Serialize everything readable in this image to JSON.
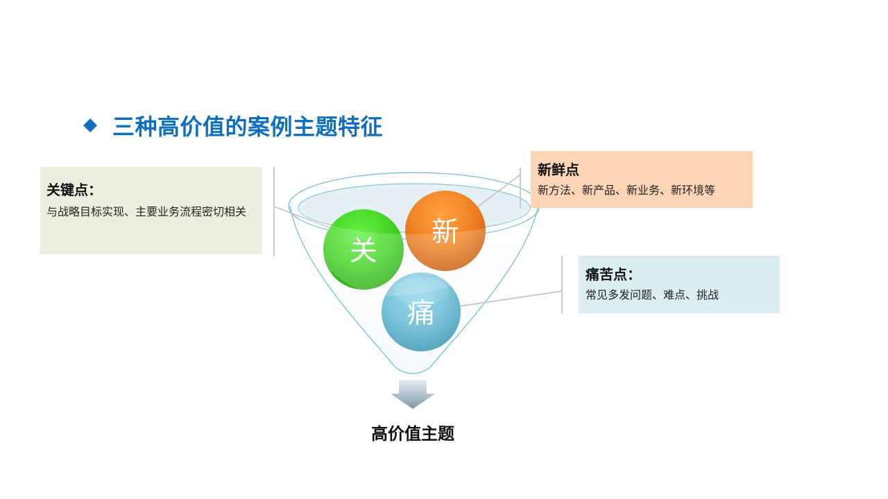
{
  "title": {
    "text": "三种高价值的案例主题特征",
    "accent_color": "#0f6fbf",
    "bullet_icon": "diamond-icon"
  },
  "boxes": {
    "key_points": {
      "heading": "关键点：",
      "description": "与战略目标实现、主要业务流程密切相关",
      "color": "#ebefdf"
    },
    "novelty": {
      "heading": "新鲜点",
      "description": "新方法、新产品、新业务、新环境等",
      "color": "#fbd5b5"
    },
    "pain_points": {
      "heading": "痛苦点：",
      "description": "常见多发问题、难点、挑战",
      "color": "#dcedf4"
    }
  },
  "funnel": {
    "circles": {
      "key": {
        "label": "关",
        "color": "#4fd82e"
      },
      "new": {
        "label": "新",
        "color": "#ee8020"
      },
      "pain": {
        "label": "痛",
        "color": "#7ac6dc"
      }
    },
    "output_label": "高价值主题"
  }
}
